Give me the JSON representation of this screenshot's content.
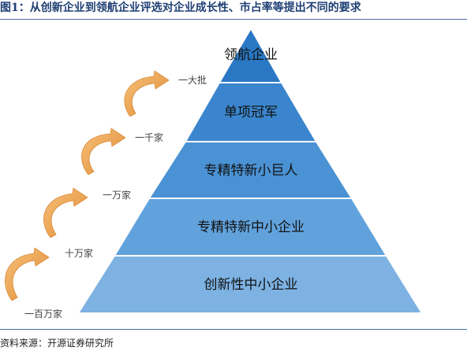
{
  "figure": {
    "title": "图1：从创新企业到领航企业评选对企业成长性、市占率等提出不同的要求",
    "source": "资料来源：开源证券研究所"
  },
  "pyramid": {
    "levels": [
      {
        "label": "领航企业"
      },
      {
        "label": "单项冠军"
      },
      {
        "label": "专精特新小巨人"
      },
      {
        "label": "专精特新中小企业"
      },
      {
        "label": "创新性中小企业"
      }
    ],
    "counts": [
      "一大批",
      "一千家",
      "一万家",
      "十万家",
      "一百万家"
    ]
  },
  "colors": {
    "top": "#2a78c4",
    "level2": "#3a85cd",
    "level3": "#4a92d4",
    "level4": "#61a2dc",
    "level5": "#7db2e2",
    "arrow": "#f0a452"
  }
}
